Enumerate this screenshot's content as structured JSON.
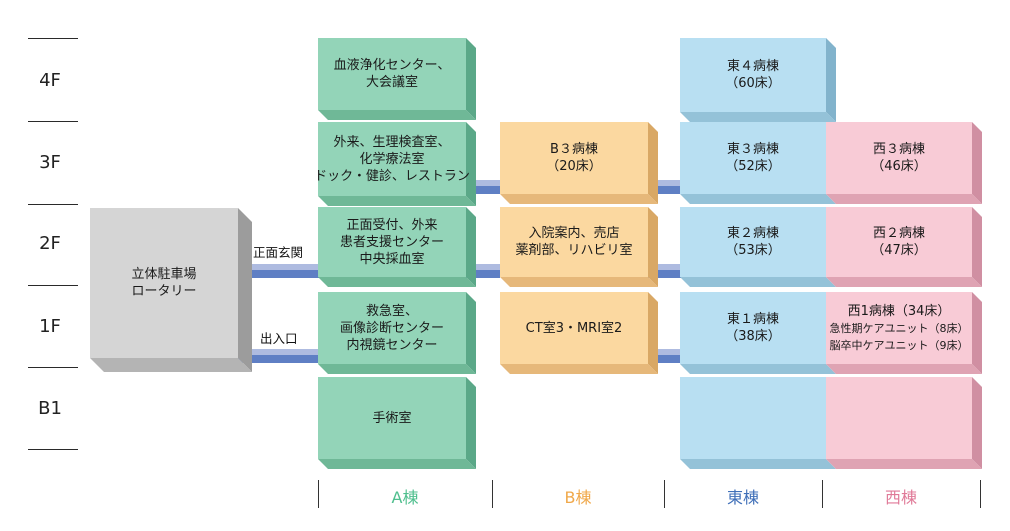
{
  "floors": [
    "4F",
    "3F",
    "2F",
    "1F",
    "B1"
  ],
  "parking": {
    "lines": [
      "立体駐車場",
      "ロータリー"
    ]
  },
  "connectors": {
    "main_entrance": "正面玄関",
    "entrance_exit": "出入口"
  },
  "buildings": {
    "a": {
      "label": "A棟",
      "color": "#4fbf8e"
    },
    "b": {
      "label": "B棟",
      "color": "#f0a84a"
    },
    "east": {
      "label": "東棟",
      "color": "#3f6fb8"
    },
    "west": {
      "label": "西棟",
      "color": "#e07a98"
    }
  },
  "a_blocks": {
    "f4": [
      "血液浄化センター、",
      "大会議室"
    ],
    "f3": [
      "外来、生理検査室、",
      "化学療法室",
      "ドック・健診、レストラン"
    ],
    "f2": [
      "正面受付、外来",
      "患者支援センター",
      "中央採血室"
    ],
    "f1": [
      "救急室、",
      "画像診断センター",
      "内視鏡センター"
    ],
    "b1": [
      "手術室"
    ]
  },
  "b_blocks": {
    "f3": [
      "B３病棟",
      "（20床）"
    ],
    "f2": [
      "入院案内、売店",
      "薬剤部、リハビリ室"
    ],
    "f1": [
      "CT室3・MRI室2"
    ]
  },
  "east_blocks": {
    "f4": [
      "東４病棟",
      "（60床）"
    ],
    "f3": [
      "東３病棟",
      "（52床）"
    ],
    "f2": [
      "東２病棟",
      "（53床）"
    ],
    "f1": [
      "東１病棟",
      "（38床）"
    ]
  },
  "west_blocks": {
    "f3": [
      "西３病棟",
      "（46床）"
    ],
    "f2": [
      "西２病棟",
      "（47床）"
    ],
    "f1": [
      "西1病棟（34床）",
      "急性期ケアユニット（8床）",
      "脳卒中ケアユニット（9床）"
    ]
  }
}
